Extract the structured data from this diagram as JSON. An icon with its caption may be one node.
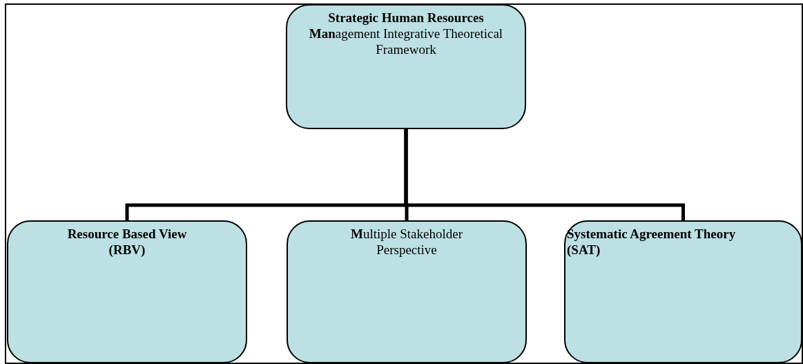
{
  "diagram": {
    "nodes": [
      {
        "text": [
          "**Strategic Human Resources Man**agement Integrative Theoretical Framework"
        ]
      },
      {
        "text": [
          "Resource Based View (RBV)"
        ]
      },
      {
        "text": [
          "**M**ultiple Stakeholder Perspective"
        ]
      },
      {
        "text": [
          "Systematic Agreement Theory (SAT)"
        ]
      }
    ],
    "edges": [
      {
        "from": 0,
        "to": 1,
        "arrow": "none"
      },
      {
        "from": 0,
        "to": 2,
        "arrow": "none"
      },
      {
        "from": 0,
        "to": 3,
        "arrow": "none"
      }
    ]
  }
}
